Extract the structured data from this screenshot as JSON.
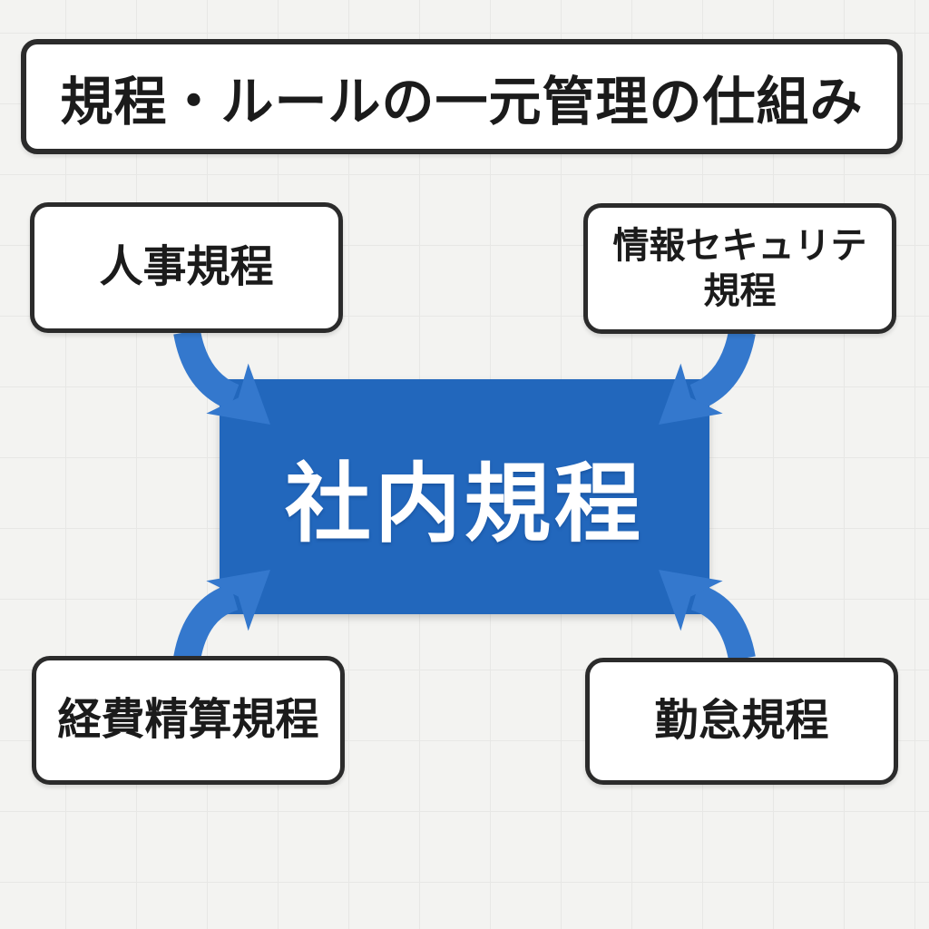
{
  "diagram": {
    "title": "規程・ルールの一元管理の仕組み",
    "center_label": "社内規程",
    "nodes": {
      "top_left": {
        "lines": [
          "人事規程"
        ]
      },
      "top_right": {
        "lines": [
          "情報セキュリテ",
          "規程"
        ]
      },
      "bottom_left": {
        "lines": [
          "経費精算規程"
        ]
      },
      "bottom_right": {
        "lines": [
          "勤怠規程"
        ]
      }
    }
  },
  "icons": {
    "arrow": "curved-arrow-icon"
  },
  "colors": {
    "background": "#f3f3f1",
    "grid_line": "#e7e7e5",
    "box_fill": "#ffffff",
    "box_border": "#2b2b2b",
    "text": "#1b1b1b",
    "center_fill": "#2267bc",
    "center_text": "#ffffff",
    "arrow": "#3478cd"
  }
}
